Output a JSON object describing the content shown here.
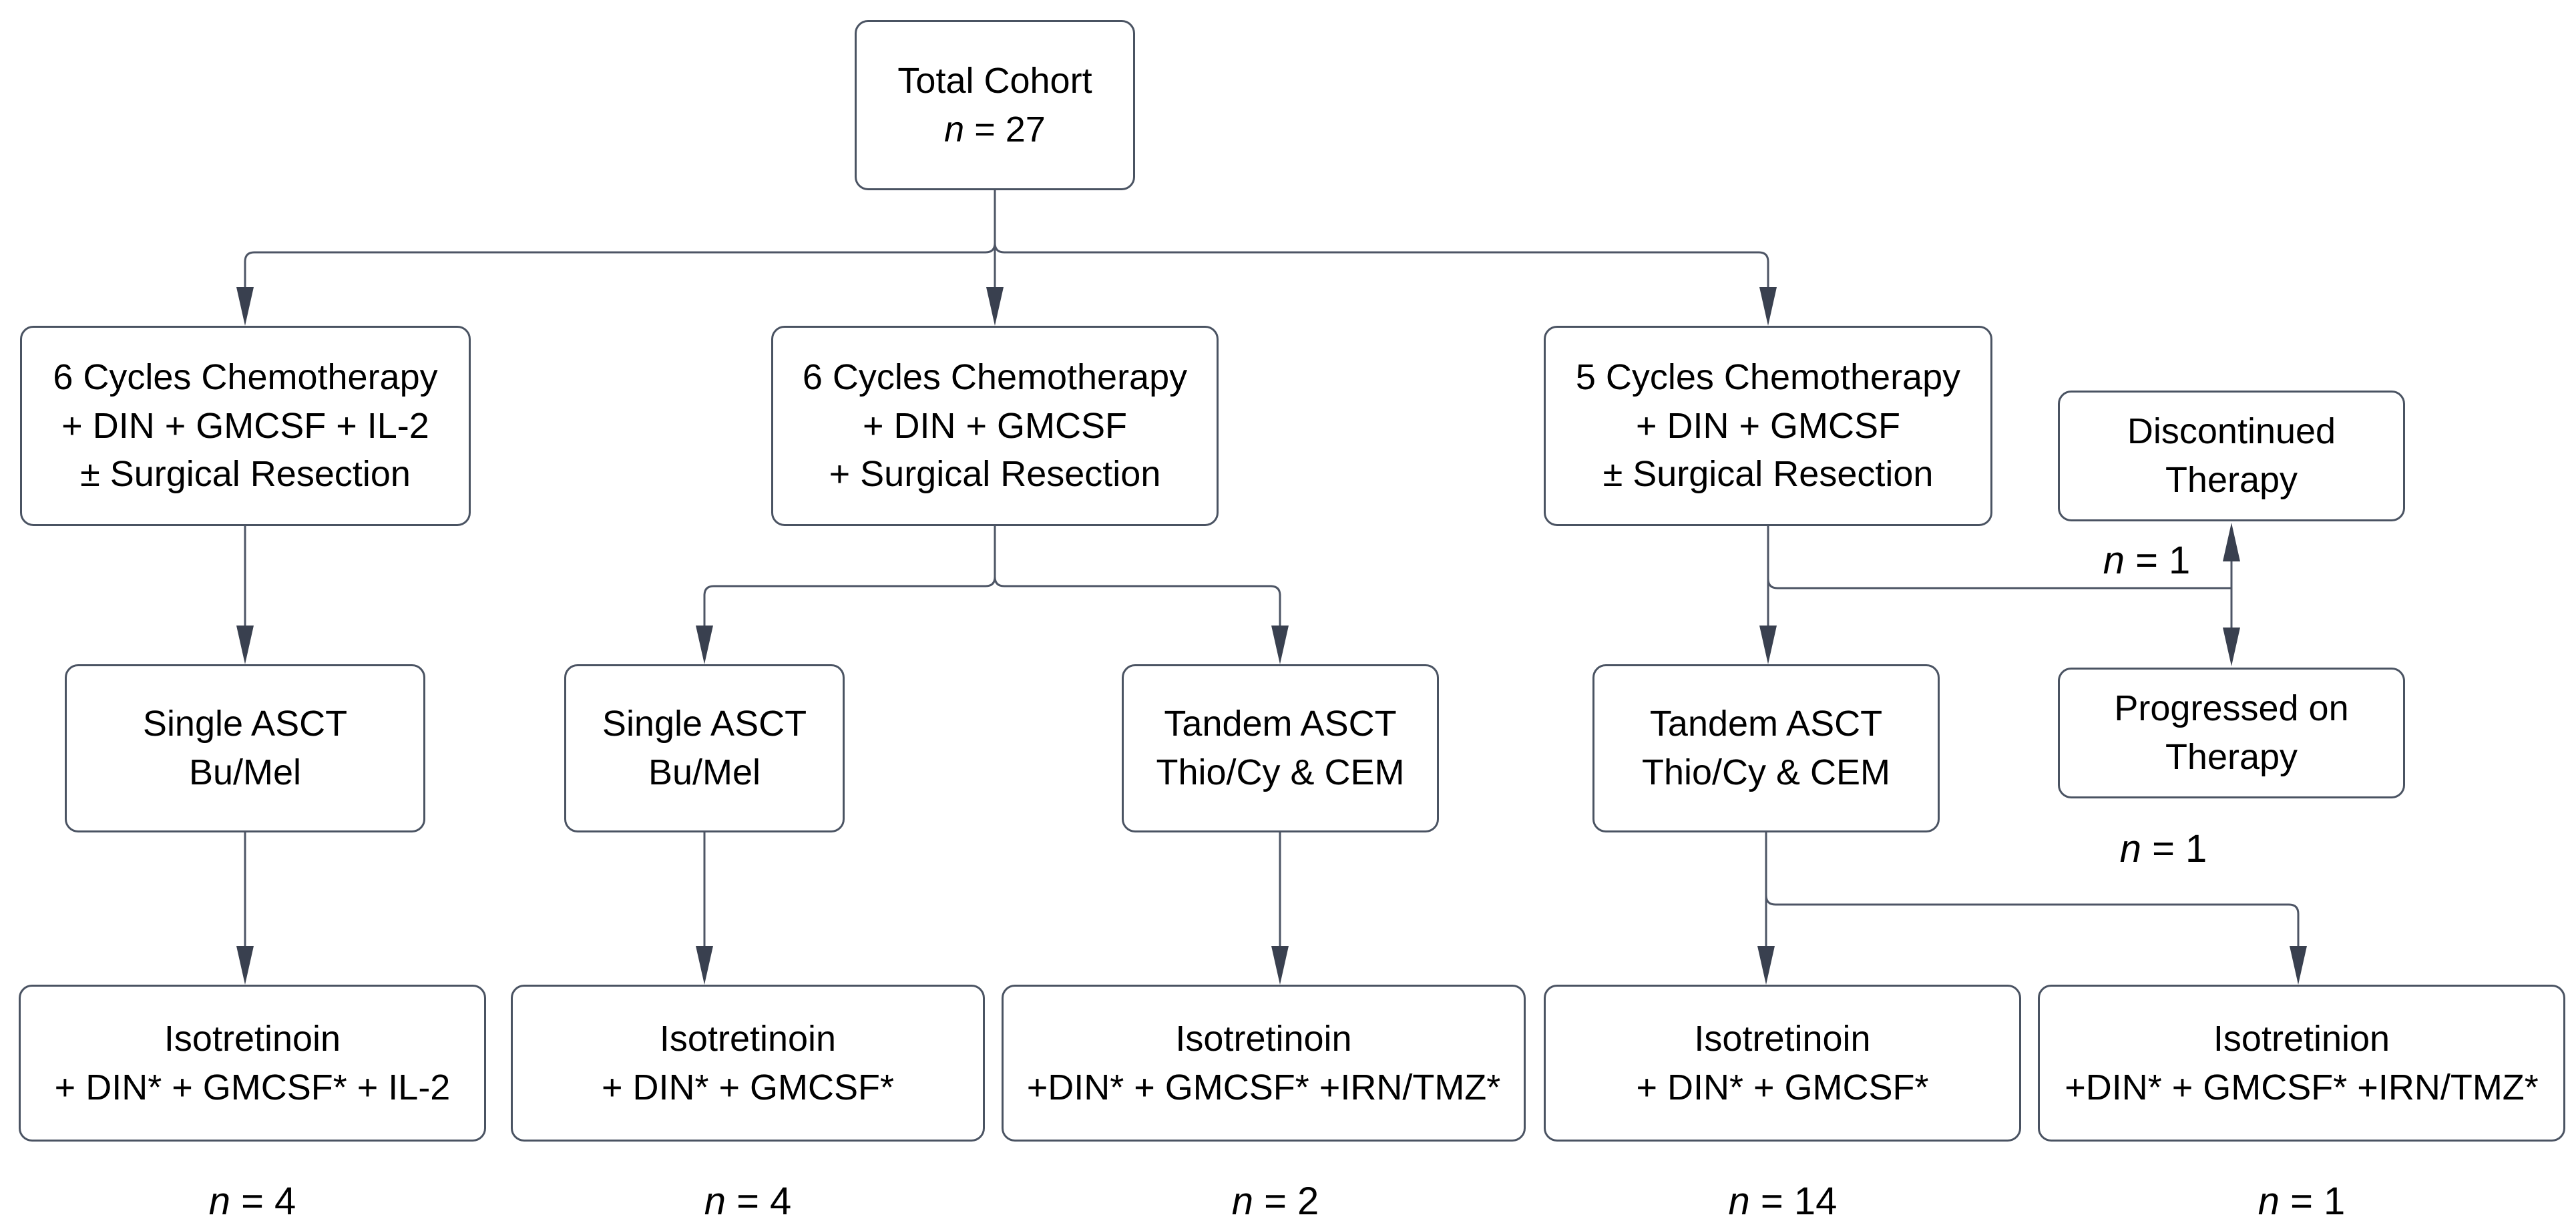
{
  "nodes": {
    "total": {
      "lines": [
        "Total Cohort",
        "n = 27"
      ]
    },
    "chemo6_il2": {
      "lines": [
        "6 Cycles Chemotherapy",
        "+ DIN + GMCSF + IL-2",
        "± Surgical Resection"
      ]
    },
    "chemo6_surg": {
      "lines": [
        "6 Cycles Chemotherapy",
        "+ DIN + GMCSF",
        "+ Surgical Resection"
      ]
    },
    "chemo5": {
      "lines": [
        "5 Cycles Chemotherapy",
        "+ DIN + GMCSF",
        "± Surgical Resection"
      ]
    },
    "discontinued": {
      "lines": [
        "Discontinued",
        "Therapy"
      ],
      "count": "n = 1"
    },
    "progressed": {
      "lines": [
        "Progressed on",
        "Therapy"
      ],
      "count": "n = 1"
    },
    "single_asct_1": {
      "lines": [
        "Single ASCT",
        "Bu/Mel"
      ]
    },
    "single_asct_2": {
      "lines": [
        "Single ASCT",
        "Bu/Mel"
      ]
    },
    "tandem_asct_1": {
      "lines": [
        "Tandem ASCT",
        "Thio/Cy & CEM"
      ]
    },
    "tandem_asct_2": {
      "lines": [
        "Tandem ASCT",
        "Thio/Cy & CEM"
      ]
    },
    "iso_il2": {
      "lines": [
        "Isotretinoin",
        "+ DIN* + GMCSF* + IL-2"
      ],
      "count": "n = 4"
    },
    "iso_plain_1": {
      "lines": [
        "Isotretinoin",
        "+ DIN* + GMCSF*"
      ],
      "count": "n = 4"
    },
    "iso_irn_1": {
      "lines": [
        "Isotretinoin",
        "+DIN* + GMCSF* +IRN/TMZ*"
      ],
      "count": "n = 2"
    },
    "iso_plain_2": {
      "lines": [
        "Isotretinoin",
        "+ DIN* + GMCSF*"
      ],
      "count": "n = 14"
    },
    "iso_irn_2": {
      "lines": [
        "Isotretinion",
        "+DIN* + GMCSF* +IRN/TMZ*"
      ],
      "count": "n = 1"
    }
  },
  "edges": [
    {
      "from": "total",
      "to": "chemo6_il2"
    },
    {
      "from": "total",
      "to": "chemo6_surg"
    },
    {
      "from": "total",
      "to": "chemo5"
    },
    {
      "from": "chemo6_il2",
      "to": "single_asct_1"
    },
    {
      "from": "chemo6_surg",
      "to": "single_asct_2"
    },
    {
      "from": "chemo6_surg",
      "to": "tandem_asct_1"
    },
    {
      "from": "chemo5",
      "to": "tandem_asct_2"
    },
    {
      "from": "chemo5",
      "to": "discontinued"
    },
    {
      "from": "chemo5",
      "to": "progressed"
    },
    {
      "from": "single_asct_1",
      "to": "iso_il2"
    },
    {
      "from": "single_asct_2",
      "to": "iso_plain_1"
    },
    {
      "from": "tandem_asct_1",
      "to": "iso_irn_1"
    },
    {
      "from": "tandem_asct_2",
      "to": "iso_plain_2"
    },
    {
      "from": "tandem_asct_2",
      "to": "iso_irn_2"
    }
  ],
  "colors": {
    "box_border": "#4a5362",
    "line": "#4d5565",
    "arrowhead": "#39404f",
    "text": "#000000",
    "background": "#ffffff"
  }
}
